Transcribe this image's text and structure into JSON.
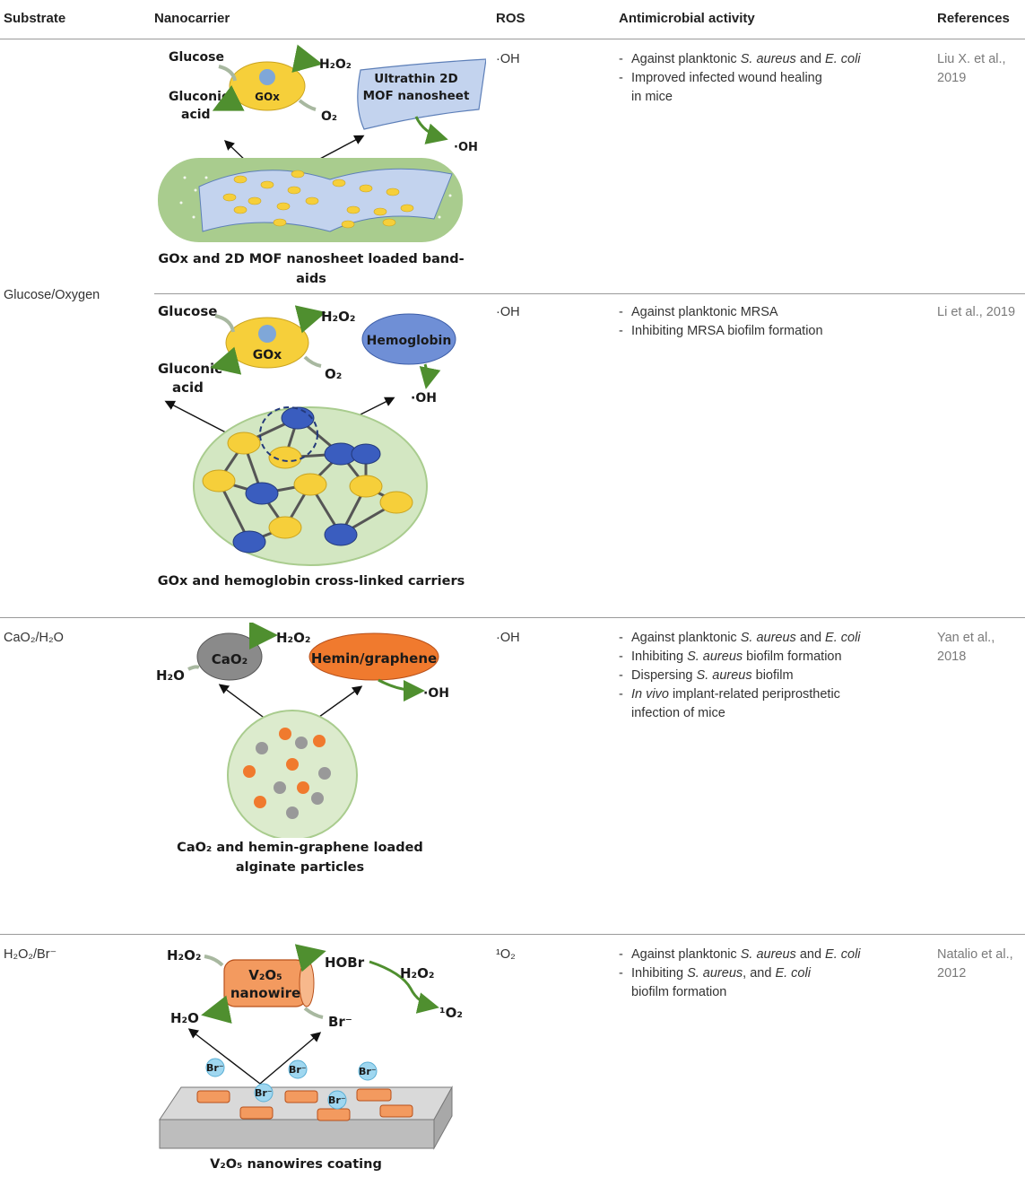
{
  "header": {
    "substrate": "Substrate",
    "nanocarrier": "Nanocarrier",
    "ros": "ROS",
    "activity": "Antimicrobial activity",
    "references": "References"
  },
  "rows": [
    {
      "ros": "·OH",
      "activity": [
        "Against planktonic S. aureus and E. coli",
        "Improved infected wound healing in mice"
      ],
      "reference": "Liu X. et al., 2019",
      "figure": {
        "glucose": "Glucose",
        "gluconic": "Gluconic",
        "acid": "acid",
        "gox": "GOx",
        "h2o2": "H₂O₂",
        "o2": "O₂",
        "sheet_line1": "Ultrathin 2D",
        "sheet_line2": "MOF nanosheet",
        "oh": "·OH",
        "caption": "GOx and 2D MOF nanosheet loaded band-aids"
      }
    },
    {
      "ros": "·OH",
      "activity": [
        "Against planktonic MRSA",
        "Inhibiting MRSA biofilm formation"
      ],
      "reference": "Li et al., 2019",
      "figure": {
        "glucose": "Glucose",
        "gluconic": "Gluconic",
        "acid": "acid",
        "gox": "GOx",
        "h2o2": "H₂O₂",
        "o2": "O₂",
        "hemoglobin": "Hemoglobin",
        "oh": "·OH",
        "caption": "GOx and hemoglobin cross-linked carriers"
      }
    },
    {
      "substrate": "CaO₂/H₂O",
      "ros": "·OH",
      "activity": [
        "Against planktonic S. aureus and E. coli",
        "Inhibiting S. aureus biofilm formation",
        "Dispersing S. aureus biofilm",
        "In vivo implant-related periprosthetic infection of mice"
      ],
      "reference": "Yan et al., 2018",
      "figure": {
        "cao2": "CaO₂",
        "h2o": "H₂O",
        "h2o2": "H₂O₂",
        "hemin": "Hemin/graphene",
        "oh": "·OH",
        "caption_line1": "CaO₂ and hemin-graphene loaded",
        "caption_line2": "alginate particles"
      }
    },
    {
      "substrate": "H₂O₂/Br⁻",
      "ros": "¹O₂",
      "activity": [
        "Against planktonic S. aureus and E. coli",
        "Inhibiting S. aureus, and E. coli biofilm formation"
      ],
      "reference": "Natalio et al., 2012",
      "figure": {
        "h2o2": "H₂O₂",
        "v2o5": "V₂O₅",
        "nanowire": "nanowire",
        "h2o": "H₂O",
        "hobr": "HOBr",
        "h2o2_b": "H₂O₂",
        "br": "Br⁻",
        "singlet": "¹O₂",
        "caption": "V₂O₅ nanowires coating"
      }
    }
  ],
  "merged_substrate": "Glucose/Oxygen",
  "colors": {
    "gox": "#f6cf3a",
    "mof": "#c3d3ee",
    "bandaid": "#a9cc8e",
    "hemoglobin": "#6f8fd6",
    "cao2": "#8a8a8a",
    "hemin": "#f07a2e",
    "arrow": "#4f8f2f",
    "v2o5": "#f39a5f"
  }
}
